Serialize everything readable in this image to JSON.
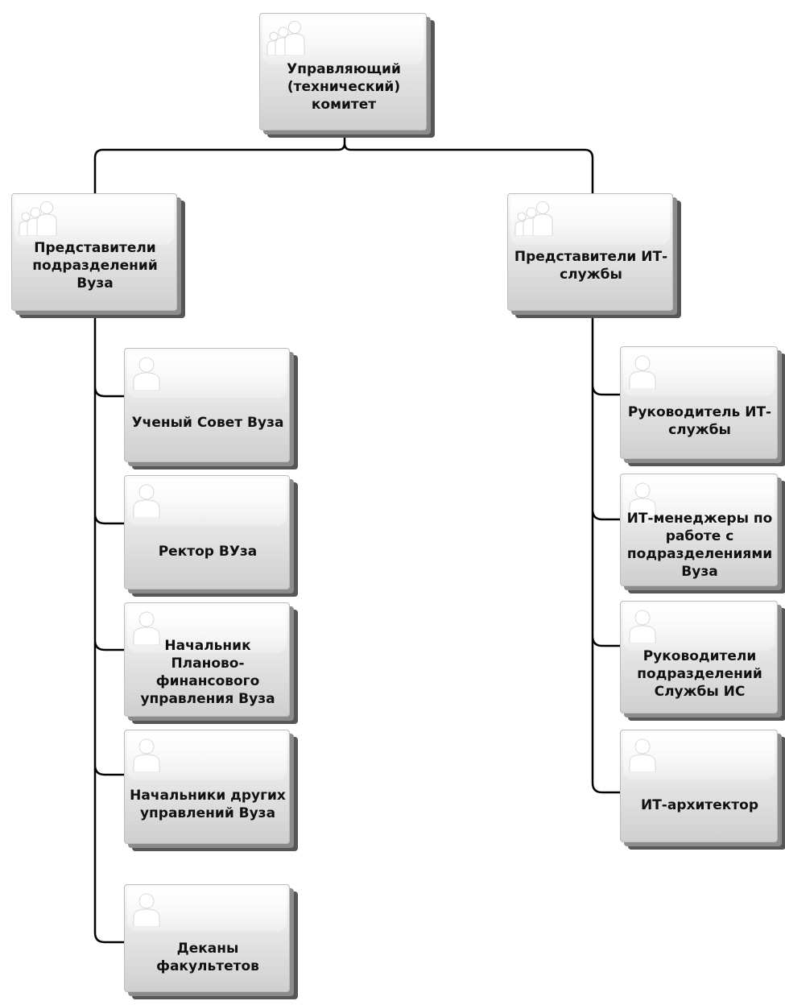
{
  "diagram": {
    "root": {
      "label": "Управляющий\n(технический)\nкомитет"
    },
    "groups": [
      {
        "label": "Представители\nподразделений\nВуза",
        "members": [
          {
            "label": "Ученый Совет Вуза"
          },
          {
            "label": "Ректор ВУза"
          },
          {
            "label": "Начальник\nПланово-\nфинансового\nуправления Вуза"
          },
          {
            "label": "Начальники других\nуправлений Вуза"
          },
          {
            "label": "Деканы\nфакультетов"
          }
        ]
      },
      {
        "label": "Представители ИТ-\nслужбы",
        "members": [
          {
            "label": "Руководитель ИТ-\nслужбы"
          },
          {
            "label": "ИТ-менеджеры по\nработе с\nподразделениями\nВуза"
          },
          {
            "label": "Руководители\nподразделений\nСлужбы ИС"
          },
          {
            "label": "ИТ-архитектор"
          }
        ]
      }
    ]
  }
}
